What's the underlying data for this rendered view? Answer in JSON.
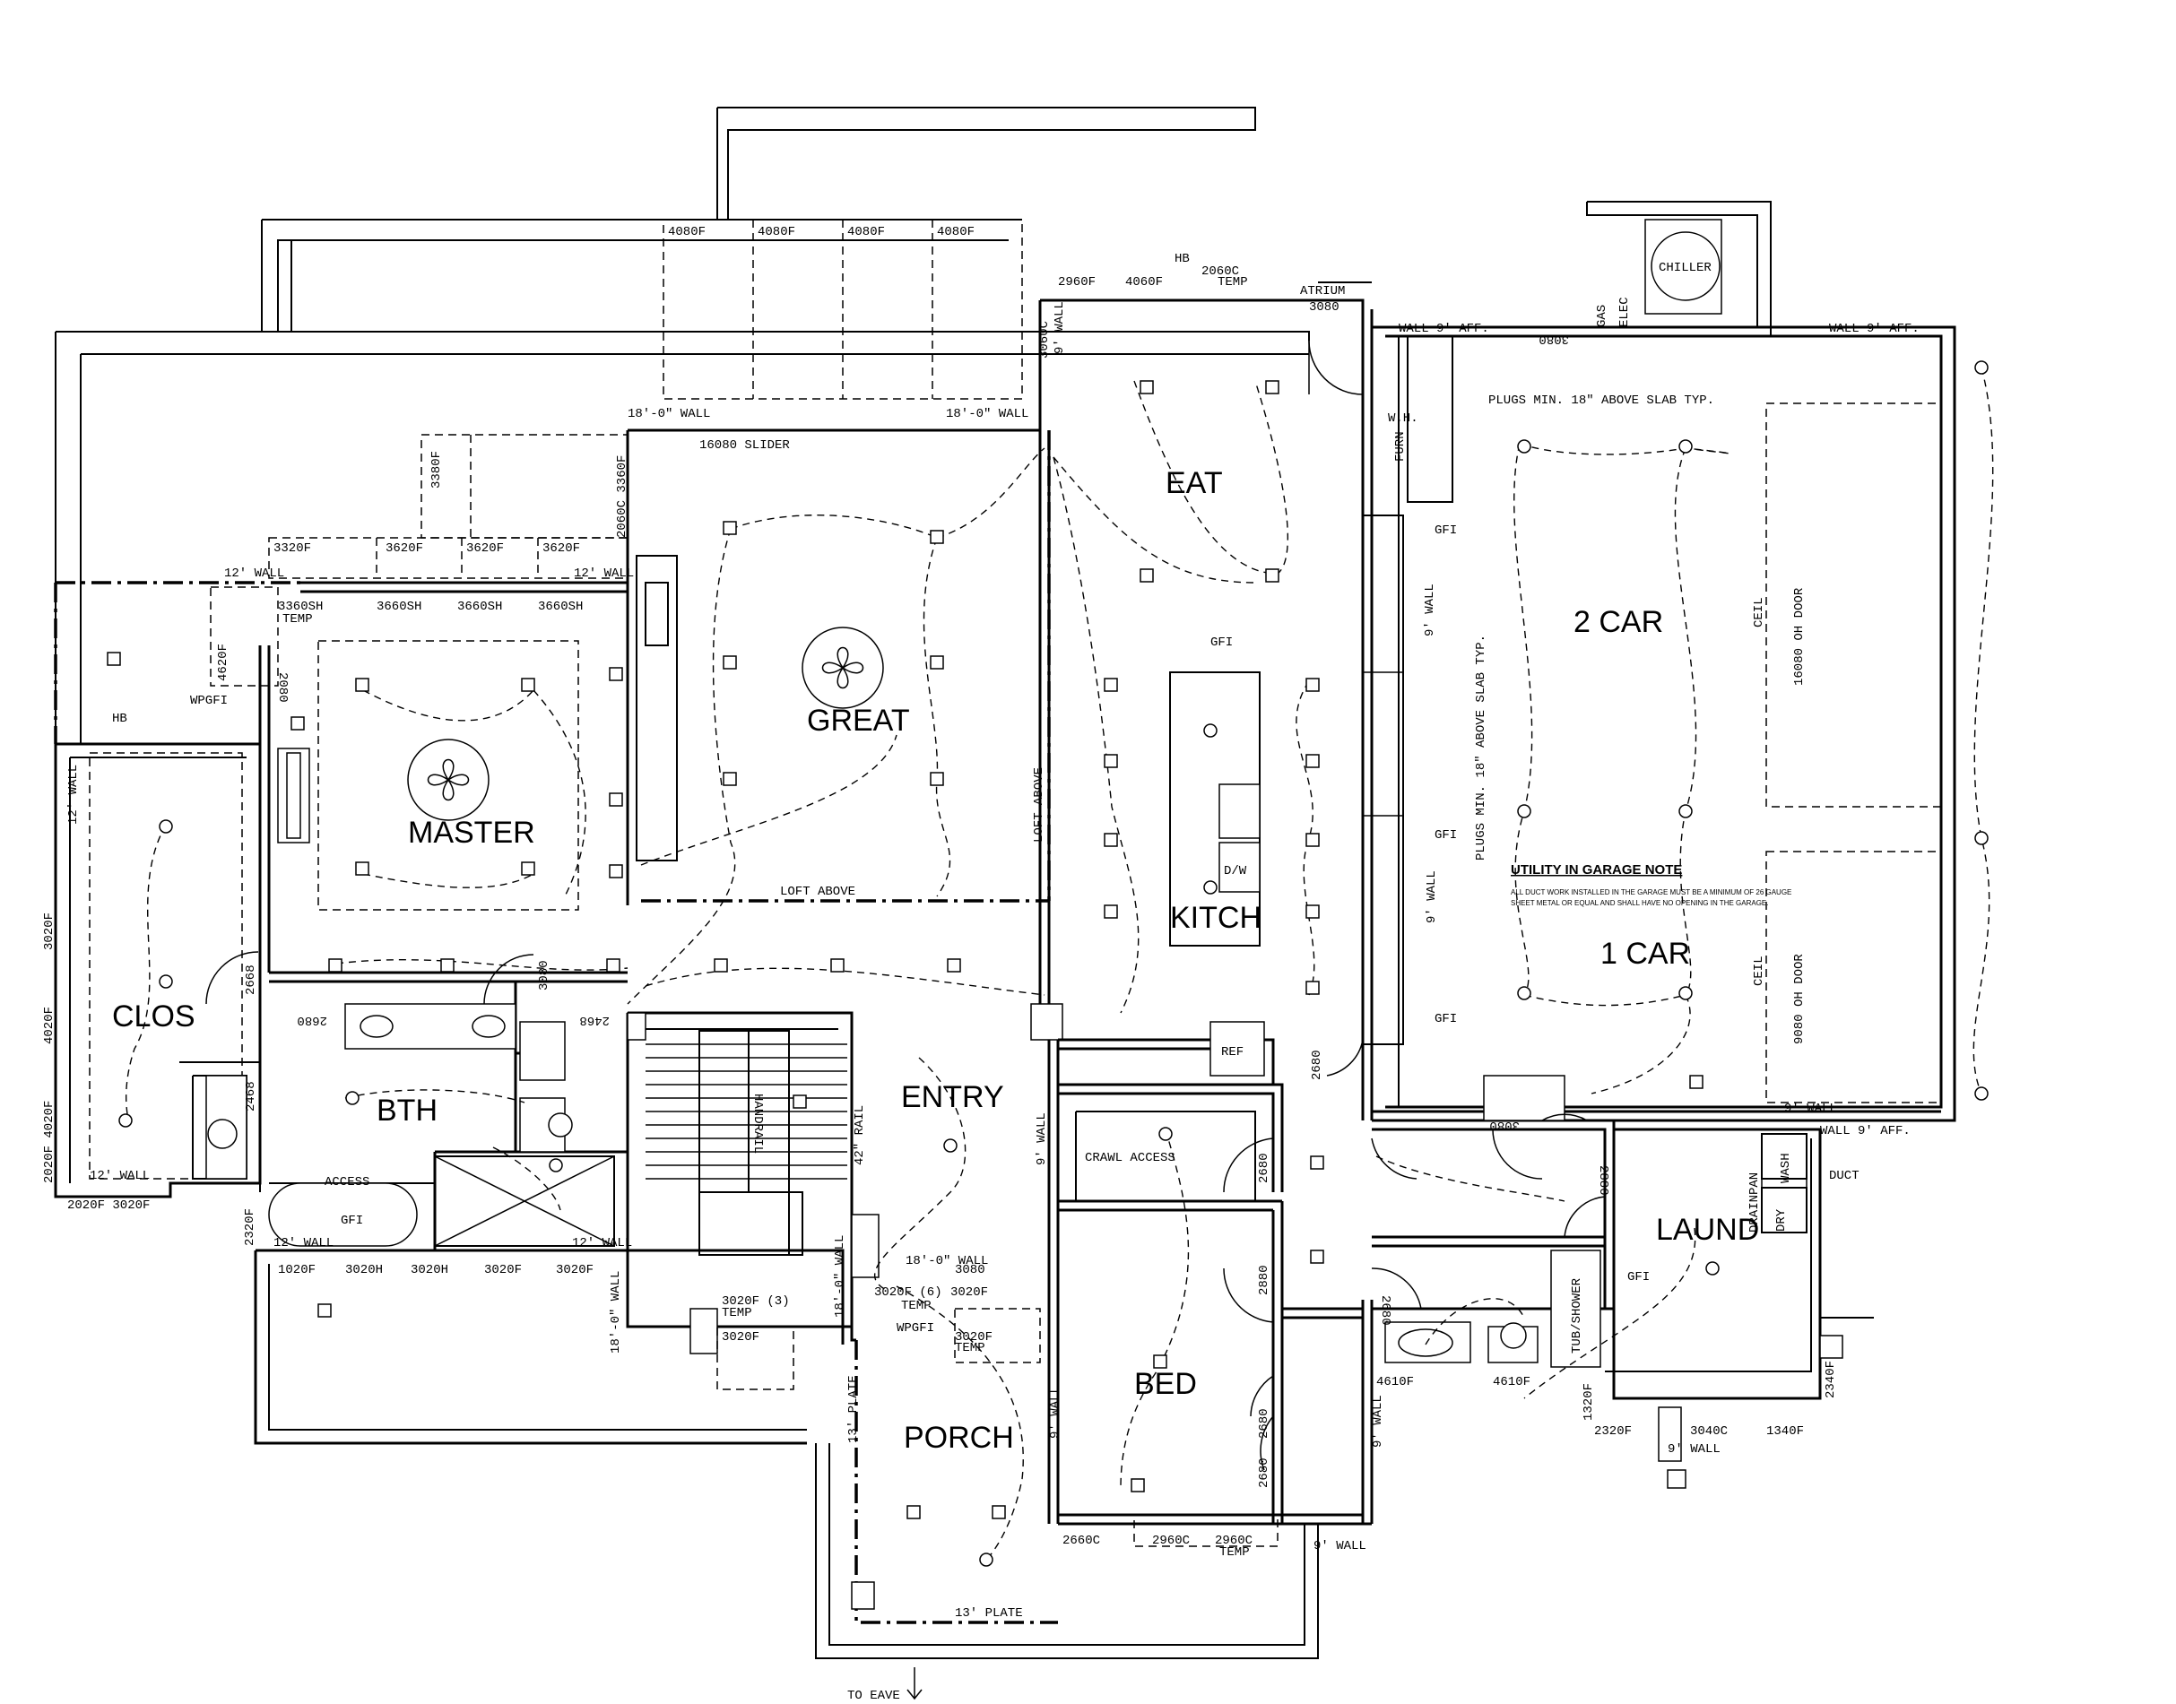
{
  "rooms": {
    "eat": "EAT",
    "great": "GREAT",
    "master": "MASTER",
    "two_car": "2 CAR",
    "one_car": "1 CAR",
    "kitch": "KITCH",
    "clos": "CLOS",
    "bth": "BTH",
    "entry": "ENTRY",
    "laund": "LAUND",
    "bed": "BED",
    "porch": "PORCH"
  },
  "equipment": {
    "chiller": "CHILLER",
    "wh": "W.H.",
    "furn": "FURN",
    "ref": "REF",
    "wash": "WASH",
    "dry": "DRY",
    "crawl_access": "CRAWL ACCESS",
    "tub_shower": "TUB/SHOWER",
    "drainpan": "DRAINPAN",
    "duct": "DUCT",
    "dw": "D/W",
    "gas": "GAS",
    "elec": "ELEC",
    "access": "ACCESS"
  },
  "windows": {
    "top_4080": [
      "4080F",
      "4080F",
      "4080F",
      "4080F"
    ],
    "slider": "16080 SLIDER",
    "eat_top_left": "2960F",
    "eat_top_mid": "4060F",
    "eat_top_right": "2060C",
    "atrium_door": "ATRIUM",
    "atrium_size": "3080",
    "kitchen_side": "3060C",
    "great_upper_left": "3380F",
    "great_upper_right": "2060C 3360F",
    "master_top": [
      "3320F",
      "3620F",
      "3620F",
      "3620F"
    ],
    "master_sh": [
      "3360SH",
      "3660SH",
      "3660SH",
      "3660SH"
    ],
    "master_left_vert": "4620F",
    "master_door": "2080",
    "clos_left": [
      "3020F",
      "4020F",
      "2020F 4020F"
    ],
    "clos_bottom": "2020F 3020F",
    "clos_door": "2668",
    "bath_door1": "2468",
    "bath_door2": "2468",
    "bath_door3": "2680",
    "master_small_door": "3080",
    "vanity": "2320F",
    "south_windows": [
      "1020F",
      "3020H",
      "3020H",
      "3020F",
      "3020F"
    ],
    "stair_window": "3020F (3)",
    "stair_window2": "3020F",
    "porch_door": "3080",
    "porch_windows": [
      "3020F (6)",
      "3020F",
      "3020F"
    ],
    "bed_bottom": [
      "2660C",
      "2960C",
      "2960C"
    ],
    "bed_door1": "2680",
    "bed_door2": "2680",
    "bed_door3": "2880",
    "bath2_door": "2680",
    "laund_door": "2880",
    "garage_door1": "3080",
    "garage_door2": "3080",
    "bath2_windows": [
      "4610F",
      "4610F"
    ],
    "laund_windows": [
      "2320F",
      "3040C",
      "1340F",
      "2340F"
    ],
    "bath2_win": "1320F",
    "oh_door_2car": "16080 OH DOOR",
    "oh_door_1car": "9080 OH DOOR",
    "entry_stair": "2680",
    "crawl_door": "2680"
  },
  "notes": {
    "wall_9_aff": "WALL 9' AFF.",
    "wall_9_aff_2": "WALL 9' AFF.",
    "wall_9_aff_3": "WALL 9' AFF.",
    "plugs_min": "PLUGS MIN. 18\" ABOVE SLAB TYP.",
    "plugs_min_vert": "PLUGS MIN. 18\" ABOVE SLAB TYP.",
    "utility_title": "UTILITY IN GARAGE NOTE",
    "utility_line1": "ALL DUCT WORK INSTALLED IN THE GARAGE MUST BE A MINIMUM OF 26 GAUGE",
    "utility_line2": "SHEET METAL OR EQUAL AND SHALL HAVE NO OPENING IN THE GARAGE.",
    "loft_above": "LOFT ABOVE",
    "loft_above_vert": "LOFT ABOVE",
    "wall_9": "9' WALL",
    "wall_12": "12' WALL",
    "wall_13_plate": "13' PLATE",
    "wall_18": "18'-0\" WALL",
    "to_eave": "TO EAVE",
    "handrail": "HANDRAIL",
    "rail_42": "42\" RAIL",
    "temp": "TEMP",
    "gfi": "GFI",
    "wpgfi": "WPGFI",
    "hb": "HB",
    "ceil": "CEIL"
  }
}
